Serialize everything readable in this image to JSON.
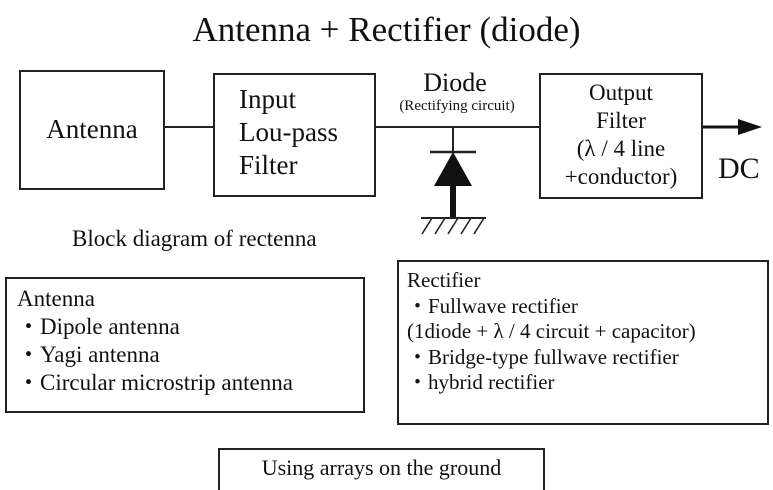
{
  "title": "Antenna + Rectifier (diode)",
  "blocks": {
    "antenna": "Antenna",
    "input_filter": [
      "Input",
      "Lou-pass",
      "Filter"
    ],
    "diode_label": "Diode",
    "diode_sub": "(Rectifying circuit)",
    "output_filter": [
      "Output",
      "Filter",
      "(λ / 4 line",
      "+conductor)"
    ],
    "dc": "DC"
  },
  "caption": "Block diagram of rectenna",
  "antenna_list": {
    "heading": "Antenna",
    "items": [
      "・Dipole antenna",
      "・Yagi antenna",
      "・Circular microstrip antenna"
    ]
  },
  "rectifier_list": {
    "heading": "Rectifier",
    "items": [
      "・Fullwave rectifier",
      "(1diode + λ / 4 circuit + capacitor)",
      "・Bridge-type fullwave rectifier",
      "・hybrid rectifier"
    ]
  },
  "footer": "Using arrays on the ground"
}
